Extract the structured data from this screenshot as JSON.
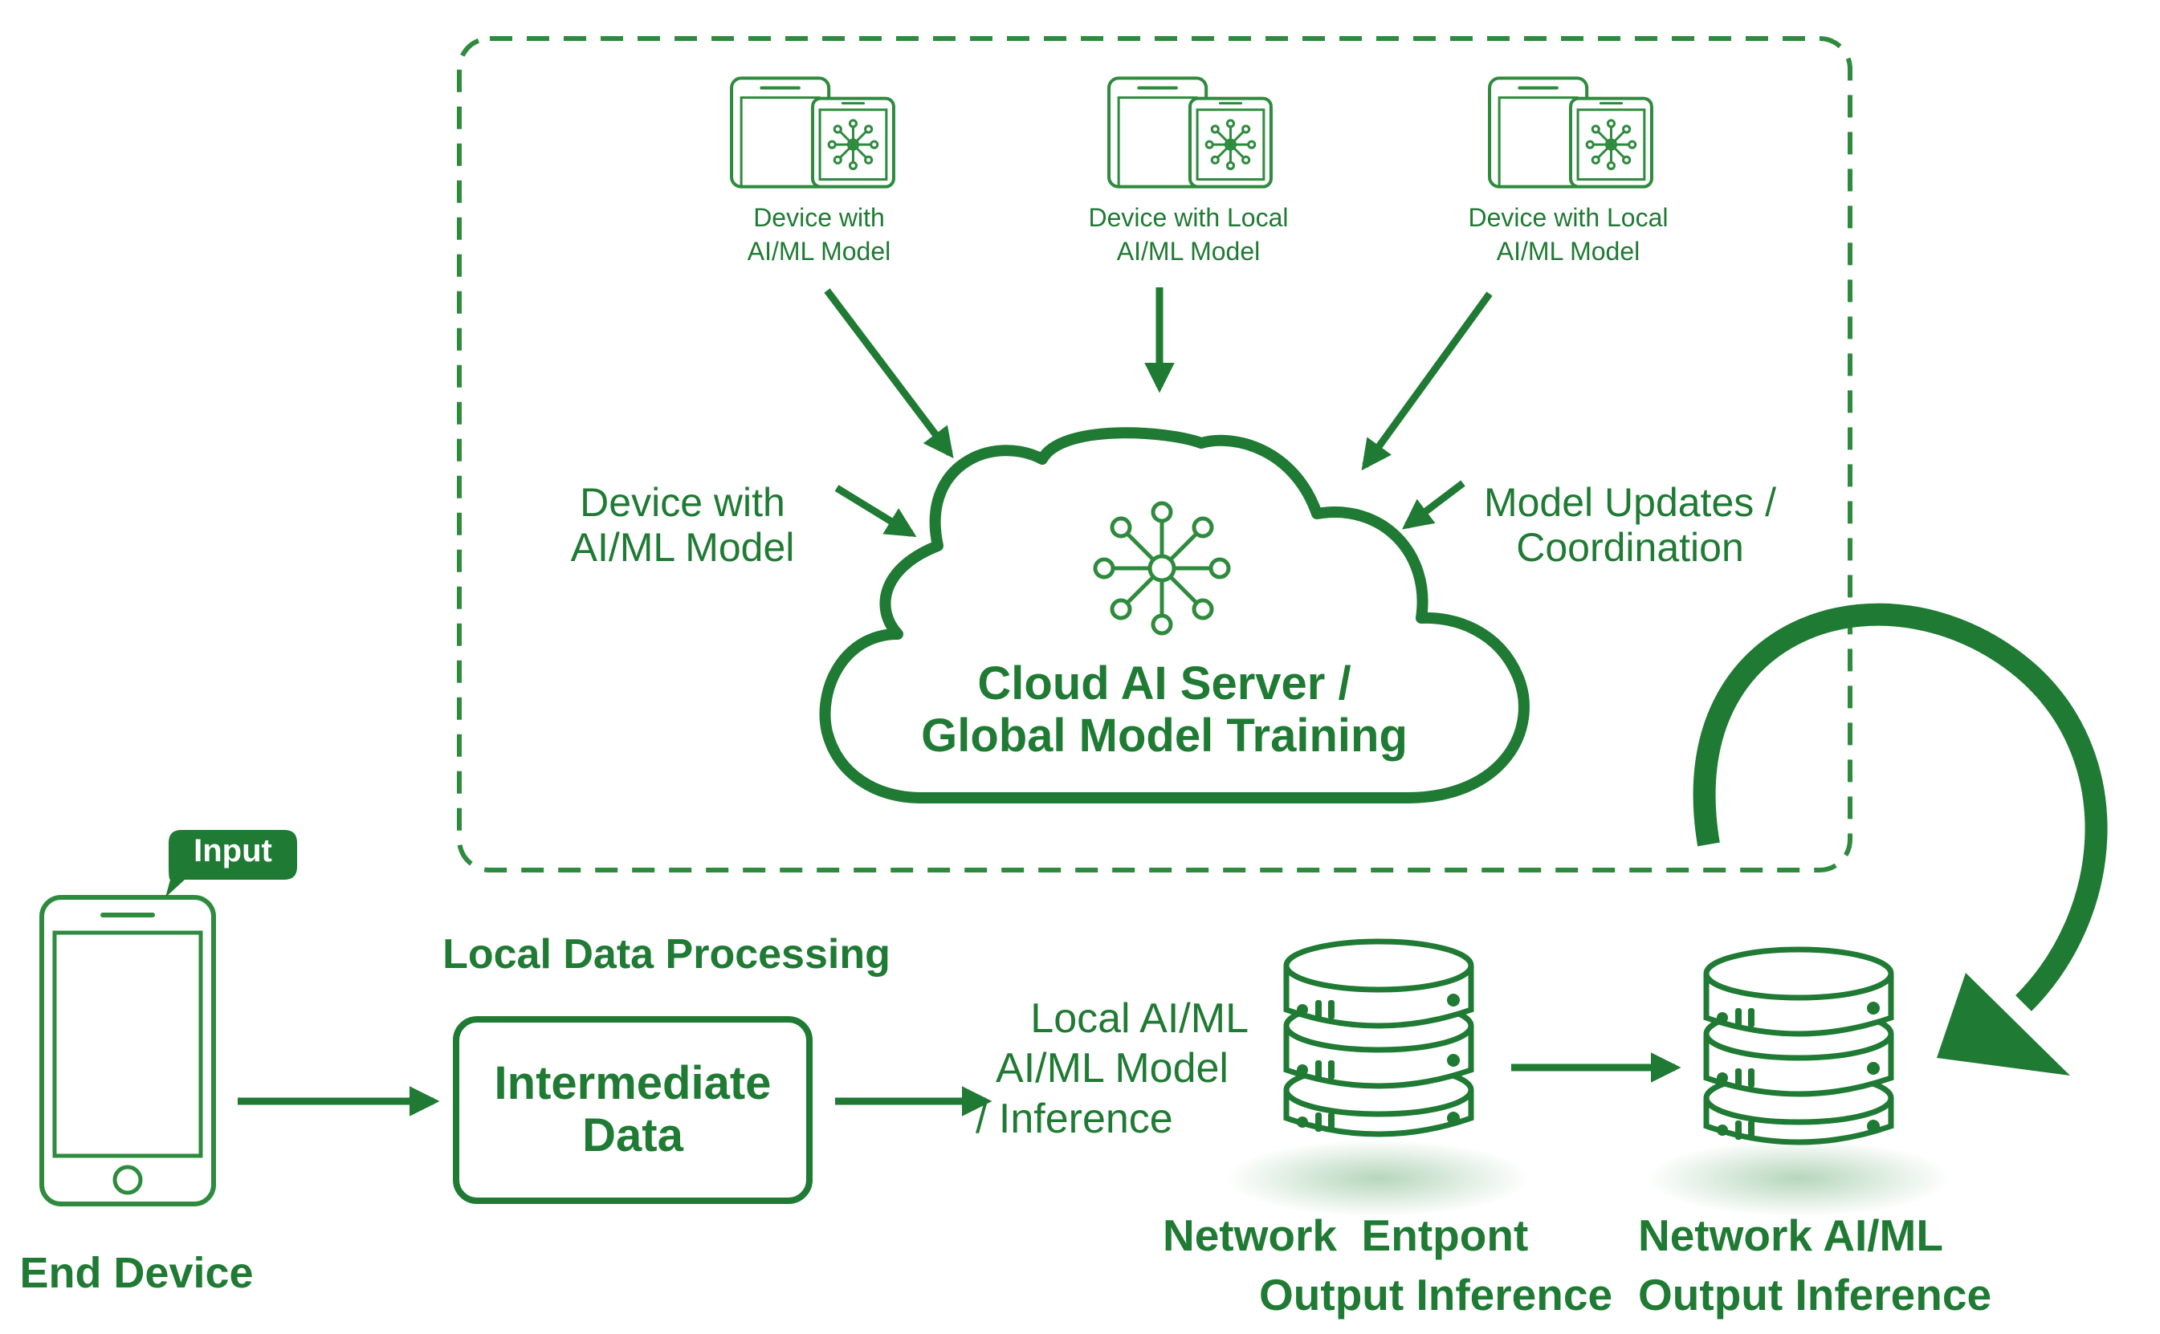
{
  "theme": {
    "accent": "#1f7a33",
    "accent_light": "#2e8b3e",
    "background": "#ffffff"
  },
  "top_devices": [
    {
      "line1": "Device with",
      "line2": "AI/ML Model",
      "icon": "phone-tablet-network-icon"
    },
    {
      "line1": "Device with Local",
      "line2": "AI/ML Model",
      "icon": "phone-tablet-network-icon"
    },
    {
      "line1": "Device with Local",
      "line2": "AI/ML Model",
      "icon": "phone-tablet-network-icon"
    }
  ],
  "side_labels": {
    "left": {
      "line1": "Device with",
      "line2": "AI/ML Model"
    },
    "right": {
      "line1": "Model Updates /",
      "line2": "Coordination"
    }
  },
  "cloud": {
    "line1": "Cloud AI Server /",
    "line2": "Global Model Training",
    "icon": "network-hub-icon"
  },
  "end_device": {
    "label": "End Device",
    "bubble": "Input",
    "icon": "smartphone-icon"
  },
  "local_processing": {
    "title": "Local Data Processing",
    "box_line1": "Intermediate",
    "box_line2": "Data"
  },
  "local_model": {
    "line1": "Local AI/ML",
    "line2": "AI/ML Model",
    "line3": "/ Inference"
  },
  "servers": [
    {
      "line1": "Network  Entpont",
      "line2": "Output Inference",
      "icon": "database-server-icon"
    },
    {
      "line1": "Network AI/ML",
      "line2": "Output Inference",
      "icon": "database-server-icon"
    }
  ],
  "loop_arrow": {
    "icon": "circular-arrow-icon"
  }
}
